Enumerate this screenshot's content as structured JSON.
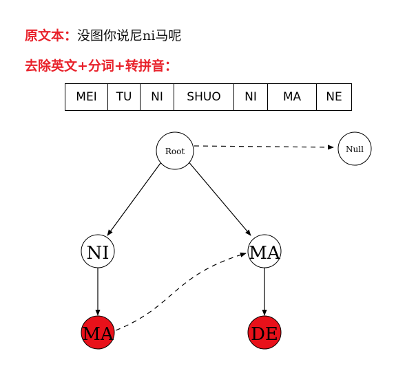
{
  "original": {
    "label": "原文本：",
    "text": "没图你说尼ni马呢"
  },
  "process": {
    "label": "去除英文+分词+转拼音："
  },
  "pinyin_tokens": [
    "MEI",
    "TU",
    "NI",
    "SHUO",
    "NI",
    "MA",
    "NE"
  ],
  "trie": {
    "root": "Root",
    "null_node": "Null",
    "nodes": {
      "ni": "NI",
      "ma": "MA",
      "ni_ma": "MA",
      "ma_de": "DE"
    }
  },
  "colors": {
    "label_red": "#e8212a",
    "terminal_node_fill": "#e8111a",
    "node_fill": "#ffffff",
    "stroke": "#000000"
  }
}
